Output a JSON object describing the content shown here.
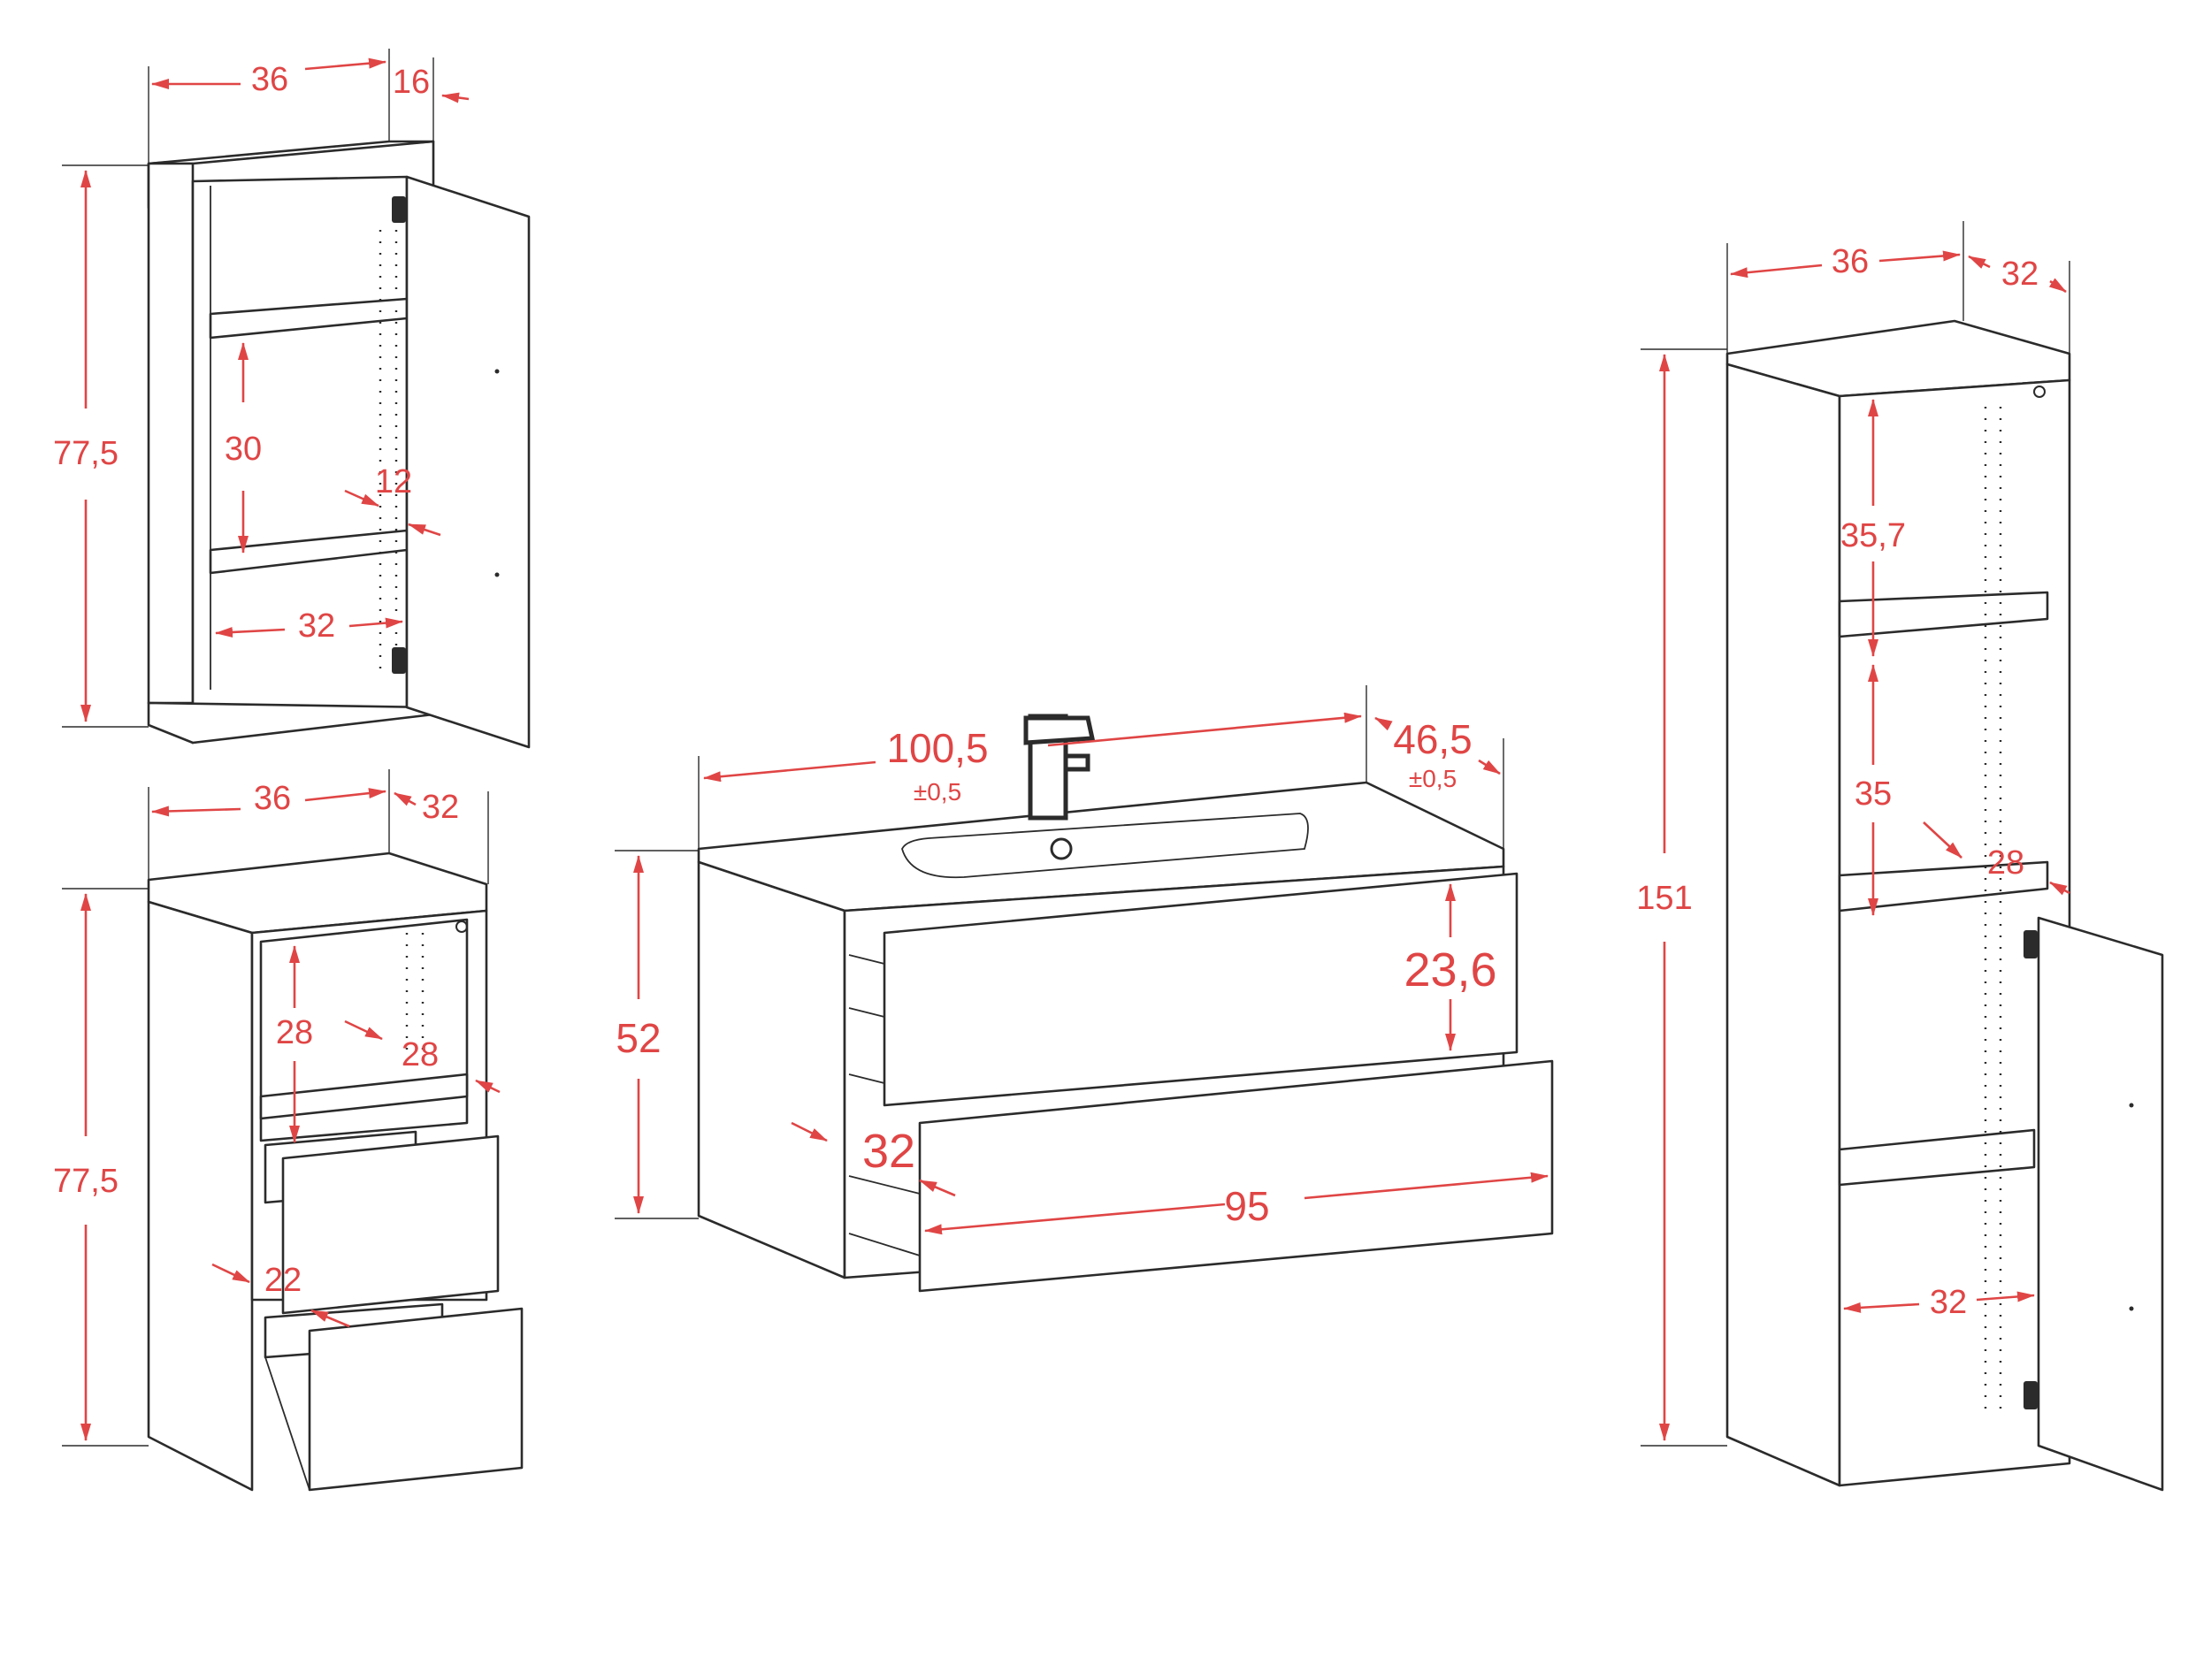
{
  "colors": {
    "dimension": "#e04545",
    "outline": "#2b2b2b",
    "background": "#ffffff"
  },
  "units": {
    "wall_cabinet": {
      "width": "36",
      "depth": "16",
      "height": "77,5",
      "shelf_spacing": "30",
      "door_gap": "12",
      "inner_width": "32"
    },
    "drawer_cabinet": {
      "width": "36",
      "depth": "32",
      "height": "77,5",
      "shelf_spacing": "28",
      "inner_depth": "28",
      "drawer_gap": "22"
    },
    "vanity": {
      "width": "100,5",
      "width_tol": "±0,5",
      "depth": "46,5",
      "depth_tol": "±0,5",
      "height": "52",
      "drawer_height": "23,6",
      "drawer_depth": "32",
      "drawer_width": "95"
    },
    "tall_cabinet": {
      "width": "36",
      "depth": "32",
      "height": "151",
      "shelf_spacing_top": "35,7",
      "shelf_spacing_mid": "35",
      "inner_depth": "28",
      "inner_width": "32"
    }
  }
}
